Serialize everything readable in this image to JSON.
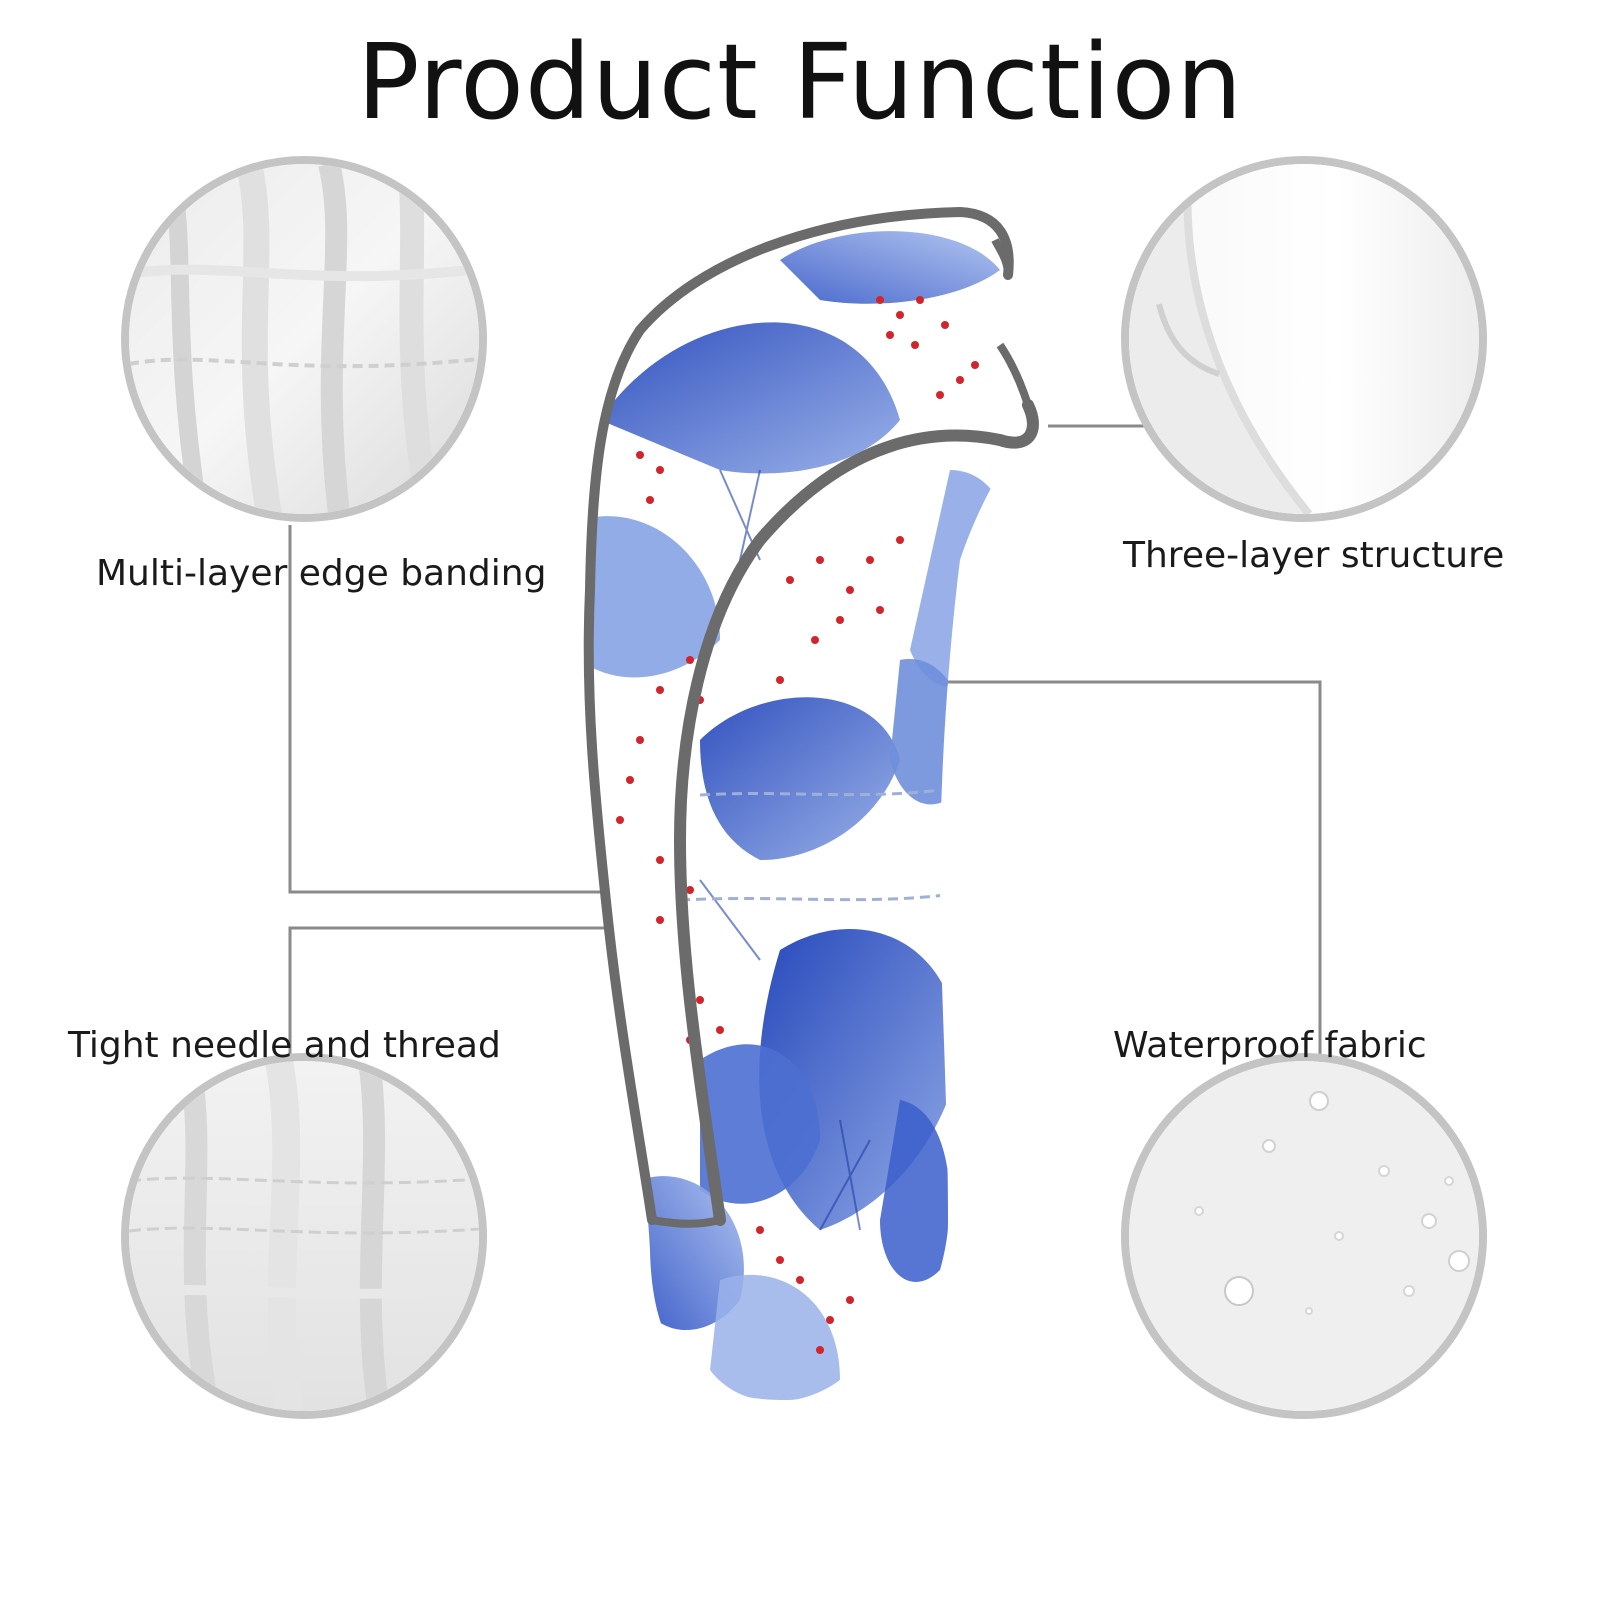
{
  "title": "Product Function",
  "features": {
    "edge_banding": "Multi-layer edge banding",
    "three_layer": "Three-layer structure",
    "needle_thread": "Tight needle and thread",
    "waterproof": "Waterproof fabric"
  },
  "colors": {
    "text": "#1a1a1a",
    "circle_border": "#c4c4c4",
    "connector": "#8a8a8a",
    "trim": "#6b6b6b",
    "leaf_blue": "#2f55c8",
    "leaf_light": "#9fb6ea",
    "dot_red": "#d2242c"
  }
}
